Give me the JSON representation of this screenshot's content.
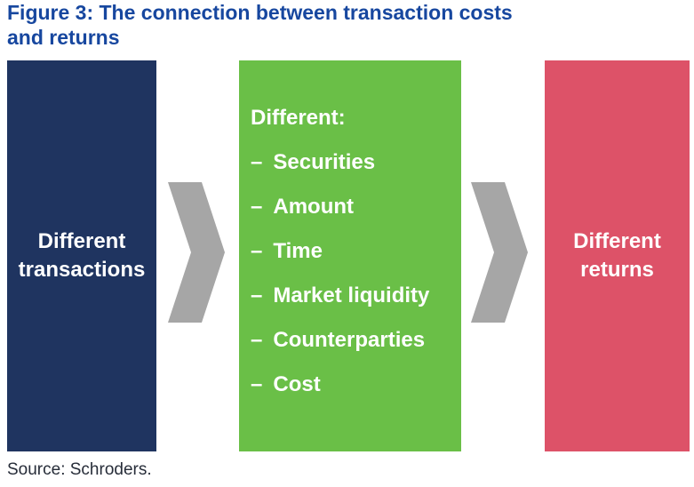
{
  "figure": {
    "title_line1": "Figure 3: The connection between transaction costs",
    "title_line2": "and returns",
    "source": "Source: Schroders."
  },
  "diagram": {
    "left_box": {
      "label": "Different transactions",
      "color": "#1f3460"
    },
    "middle_box": {
      "heading": "Different:",
      "bullet": "–",
      "items": [
        "Securities",
        "Amount",
        "Time",
        "Market liquidity",
        "Counterparties",
        "Cost"
      ],
      "color": "#6abf47"
    },
    "right_box": {
      "label": "Different returns",
      "color": "#dd5268"
    },
    "arrow": {
      "type": "chevron-right",
      "color": "#a6a6a6"
    },
    "text_color": "#ffffff",
    "title_color": "#17479f"
  }
}
